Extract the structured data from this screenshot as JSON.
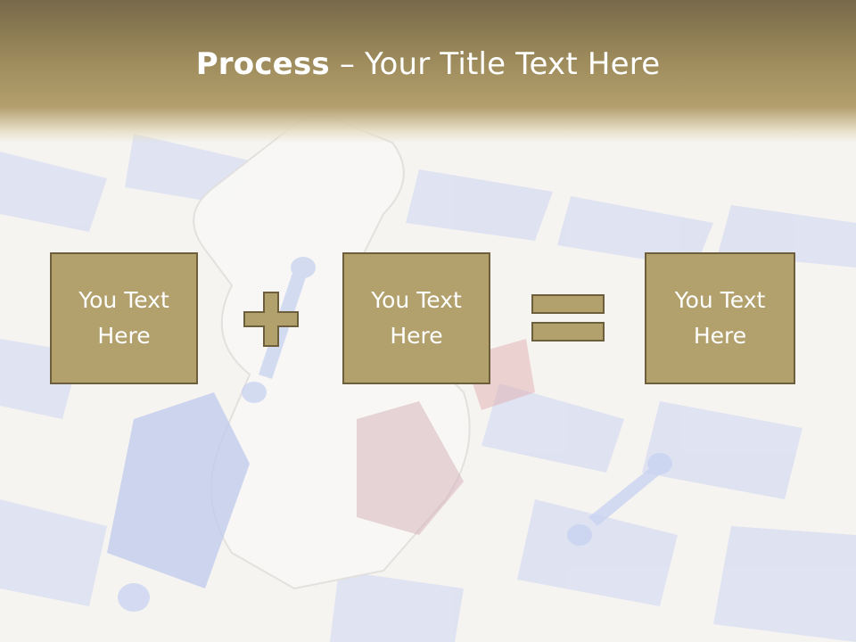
{
  "title": {
    "bold": "Process",
    "rest": " – Your Title Text Here"
  },
  "boxes": [
    {
      "label": "You Text Here"
    },
    {
      "label": "You Text Here"
    },
    {
      "label": "You Text Here"
    }
  ],
  "colors": {
    "title_band": "#a08d5d",
    "box_fill": "#b2a06d",
    "box_border": "#6d5f3c",
    "puzzle_blue": "#b8c6ec"
  },
  "icons": [
    "plus-icon",
    "equals-icon"
  ]
}
